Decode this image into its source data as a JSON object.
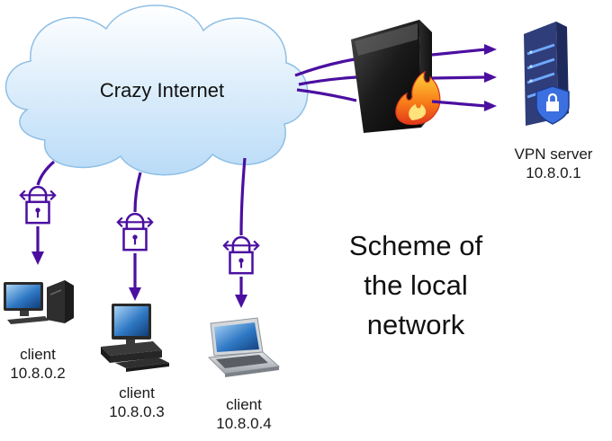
{
  "colors": {
    "link": "#4b0fa0",
    "cloud_top": "#ffffff",
    "cloud_bottom": "#b9dbf7",
    "cloud_stroke": "#8fbfe6",
    "firewall": "#1e1e1e",
    "flame_outer": "#f05a12",
    "flame_inner": "#ffcf3a",
    "server_body": "#2f3d7a",
    "server_shield": "#3c6fe0"
  },
  "icons": {
    "cloud": "cloud-icon",
    "firewall": "firewall-icon",
    "server": "vpn-server-icon",
    "lock": "padlock-icon",
    "desktop": "desktop-computer-icon",
    "workstation": "workstation-icon",
    "laptop": "laptop-icon"
  },
  "cloud": {
    "label": "Crazy Internet"
  },
  "vpn_server": {
    "name": "VPN server",
    "ip": "10.8.0.1"
  },
  "clients": [
    {
      "name": "client",
      "ip": "10.8.0.2"
    },
    {
      "name": "client",
      "ip": "10.8.0.3"
    },
    {
      "name": "client",
      "ip": "10.8.0.4"
    }
  ],
  "caption": {
    "line1": "Scheme of",
    "line2": "the local",
    "line3": "network"
  }
}
